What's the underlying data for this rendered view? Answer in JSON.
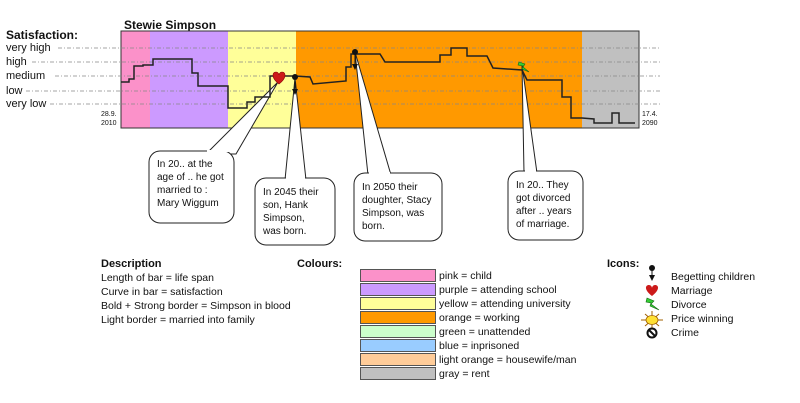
{
  "satisfaction": {
    "title": "Satisfaction:",
    "levels": [
      "very high",
      "high",
      "medium",
      "low",
      "very low"
    ]
  },
  "person": {
    "name": "Stewie Simpson",
    "start_date": [
      "28.9.",
      "2010"
    ],
    "end_date": [
      "17.4.",
      "2090"
    ],
    "segments": [
      {
        "phase": "child",
        "color": "#fb91c9"
      },
      {
        "phase": "attending school",
        "color": "#cc9aff"
      },
      {
        "phase": "attending university",
        "color": "#ffff99"
      },
      {
        "phase": "working",
        "color": "#ff9900"
      },
      {
        "phase": "rent",
        "color": "#c0c0c0"
      }
    ]
  },
  "callouts": [
    {
      "lines": [
        "In 20.. at the",
        "age of .. he got",
        "married to :",
        "Mary Wiggum"
      ]
    },
    {
      "lines": [
        "In 2045 their",
        "son, Hank",
        "Simpson,",
        "was born."
      ]
    },
    {
      "lines": [
        "In 2050 their",
        "doughter, Stacy",
        "Simpson, was",
        "born."
      ]
    },
    {
      "lines": [
        "In 20.. They",
        "got divorced",
        "after .. years",
        "of marriage."
      ]
    }
  ],
  "description": {
    "title": "Description",
    "lines": [
      "Length of bar = life span",
      "Curve in bar = satisfaction",
      "Bold + Strong border = Simpson in blood",
      "Light border = married into family"
    ]
  },
  "colours": {
    "title": "Colours:",
    "items": [
      {
        "color": "#fb91c9",
        "label": "pink = child"
      },
      {
        "color": "#cc9aff",
        "label": "purple = attending school"
      },
      {
        "color": "#ffff99",
        "label": "yellow = attending university"
      },
      {
        "color": "#ff9900",
        "label": "orange = working"
      },
      {
        "color": "#ccffcc",
        "label": "green = unattended"
      },
      {
        "color": "#99ccff",
        "label": "blue = inprisoned"
      },
      {
        "color": "#ffcc99",
        "label": "light orange = housewife/man"
      },
      {
        "color": "#c0c0c0",
        "label": "gray = rent"
      }
    ]
  },
  "icons": {
    "title": "Icons:",
    "items": [
      {
        "icon": "begetting-children-icon",
        "label": "Begetting children"
      },
      {
        "icon": "marriage-heart-icon",
        "label": "Marriage"
      },
      {
        "icon": "divorce-lightning-icon",
        "label": "Divorce"
      },
      {
        "icon": "prize-sun-icon",
        "label": "Price winning"
      },
      {
        "icon": "crime-prohibited-icon",
        "label": "Crime"
      }
    ]
  }
}
